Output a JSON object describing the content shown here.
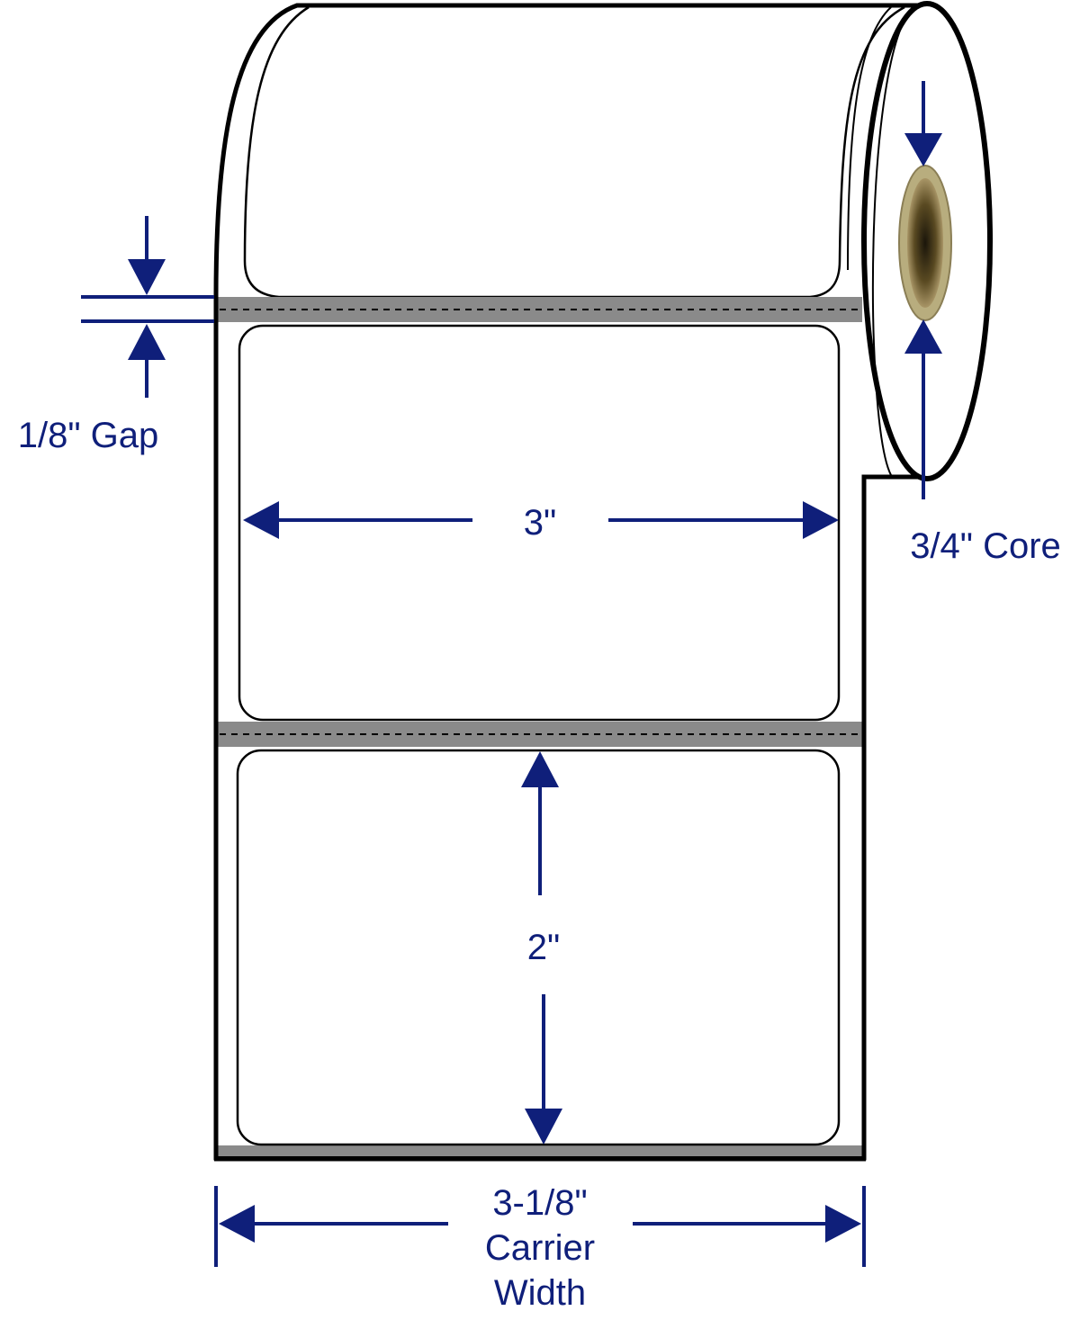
{
  "labels": {
    "gap": "1/8\" Gap",
    "label_width": "3\"",
    "label_height": "2\"",
    "core": "3/4\" Core",
    "carrier_line1": "3-1/8\"",
    "carrier_line2": "Carrier",
    "carrier_line3": "Width"
  },
  "colors": {
    "dimension": "#0f1f7a",
    "outline": "#000000",
    "gap_strip": "#8a8a8a",
    "core_outer": "#b8ad7e",
    "core_inner": "#2a2410"
  }
}
